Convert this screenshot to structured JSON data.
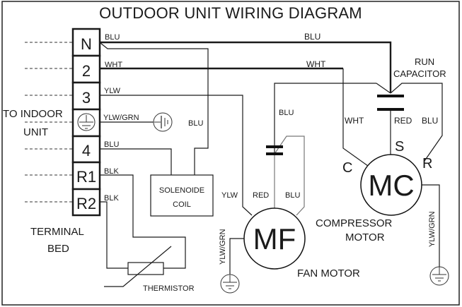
{
  "title": "OUTDOOR UNIT WIRING DIAGRAM",
  "terminal_bed": {
    "label_line1": "TERMINAL",
    "label_line2": "BED",
    "indoor_label_line1": "TO INDOOR",
    "indoor_label_line2": "UNIT",
    "terminals": [
      {
        "id": "N",
        "wire": "BLU"
      },
      {
        "id": "2",
        "wire": "WHT"
      },
      {
        "id": "3",
        "wire": "YLW"
      },
      {
        "id": "ground",
        "icon": "ground-icon",
        "wire": "YLW/GRN"
      },
      {
        "id": "4",
        "wire": "BLU"
      },
      {
        "id": "R1",
        "wire": "BLK"
      },
      {
        "id": "R2",
        "wire": "BLK"
      }
    ]
  },
  "wire_labels": {
    "top_blu": "BLU",
    "top_wht": "WHT",
    "solenoid_blu": "BLU",
    "fan_cap_blu": "BLU",
    "comp_wht": "WHT",
    "comp_red": "RED",
    "comp_blu": "BLU",
    "fan_ylw": "YLW",
    "fan_red": "RED",
    "fan_blu": "BLU",
    "fan_ground": "YLW/GRN",
    "comp_ground": "YLW/GRN"
  },
  "components": {
    "solenoid_line1": "SOLENOIDE",
    "solenoid_line2": "COIL",
    "thermistor": "THERMISTOR",
    "fan_motor_symbol": "MF",
    "fan_motor_label": "FAN MOTOR",
    "compressor_symbol": "MC",
    "compressor_label_line1": "COMPRESSOR",
    "compressor_label_line2": "MOTOR",
    "run_cap_line1": "RUN",
    "run_cap_line2": "CAPACITOR",
    "pin_c": "C",
    "pin_s": "S",
    "pin_r": "R"
  }
}
